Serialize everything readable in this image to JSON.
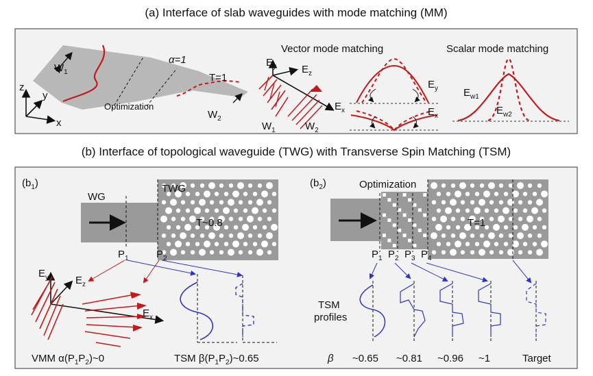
{
  "part_a": {
    "title": "(a) Interface of slab waveguides with mode matching (MM)",
    "w1": "W",
    "w1_sub": "1",
    "alpha": "α=1",
    "t1": "T=1",
    "optimization": "Optimization",
    "w2": "W",
    "w2_sub": "2",
    "axis_z": "z",
    "axis_y": "y",
    "axis_x": "x",
    "vector_title": "Vector mode matching",
    "scalar_title": "Scalar mode matching",
    "ey": "E",
    "ey_sub": "y",
    "ez": "E",
    "ez_sub": "z",
    "ex": "E",
    "ex_sub": "x",
    "vw1": "W",
    "vw1_sub": "1",
    "vw2": "W",
    "vw2_sub": "2",
    "ey_r": "E",
    "ey_r_sub": "y",
    "ex_r": "E",
    "ex_r_sub": "x",
    "ew1": "E",
    "ew1_sub": "w1",
    "ew2": "E",
    "ew2_sub": "w2"
  },
  "part_b": {
    "title": "(b) Interface of topological waveguide (TWG) with Transverse Spin Matching (TSM)",
    "b1": {
      "label": "(b",
      "label_sub": "1",
      "label_end": ")",
      "wg": "WG",
      "twg": "TWG",
      "t": "T~0.8",
      "p1": "P",
      "p1_sub": "1",
      "p2": "P",
      "p2_sub": "2",
      "ey": "E",
      "ey_sub": "y",
      "ez": "E",
      "ez_sub": "z",
      "ex": "E",
      "ex_sub": "x",
      "vmm": "VMM α(P",
      "vmm_s1": "1",
      "vmm_mid": "P",
      "vmm_s2": "2",
      "vmm_end": ")~0",
      "tsm": "TSM β(P",
      "tsm_s1": "1",
      "tsm_mid": "P",
      "tsm_s2": "2",
      "tsm_end": ")~0.65"
    },
    "b2": {
      "label": "(b",
      "label_sub": "2",
      "label_end": ")",
      "optimization": "Optimization",
      "t": "T=1",
      "ports": [
        {
          "name": "P",
          "sub": "1"
        },
        {
          "name": "P",
          "sub": "2"
        },
        {
          "name": "P",
          "sub": "3"
        },
        {
          "name": "P",
          "sub": "4"
        }
      ],
      "profiles_l1": "TSM",
      "profiles_l2": "profiles",
      "beta": "β",
      "values": [
        "~0.65",
        "~0.81",
        "~0.96",
        "~1"
      ],
      "target": "Target"
    }
  },
  "colors": {
    "red": "#c21a1a",
    "blue": "#2b35c4",
    "slab": "#b8b8b8",
    "crystal": "#9a9a9a"
  }
}
